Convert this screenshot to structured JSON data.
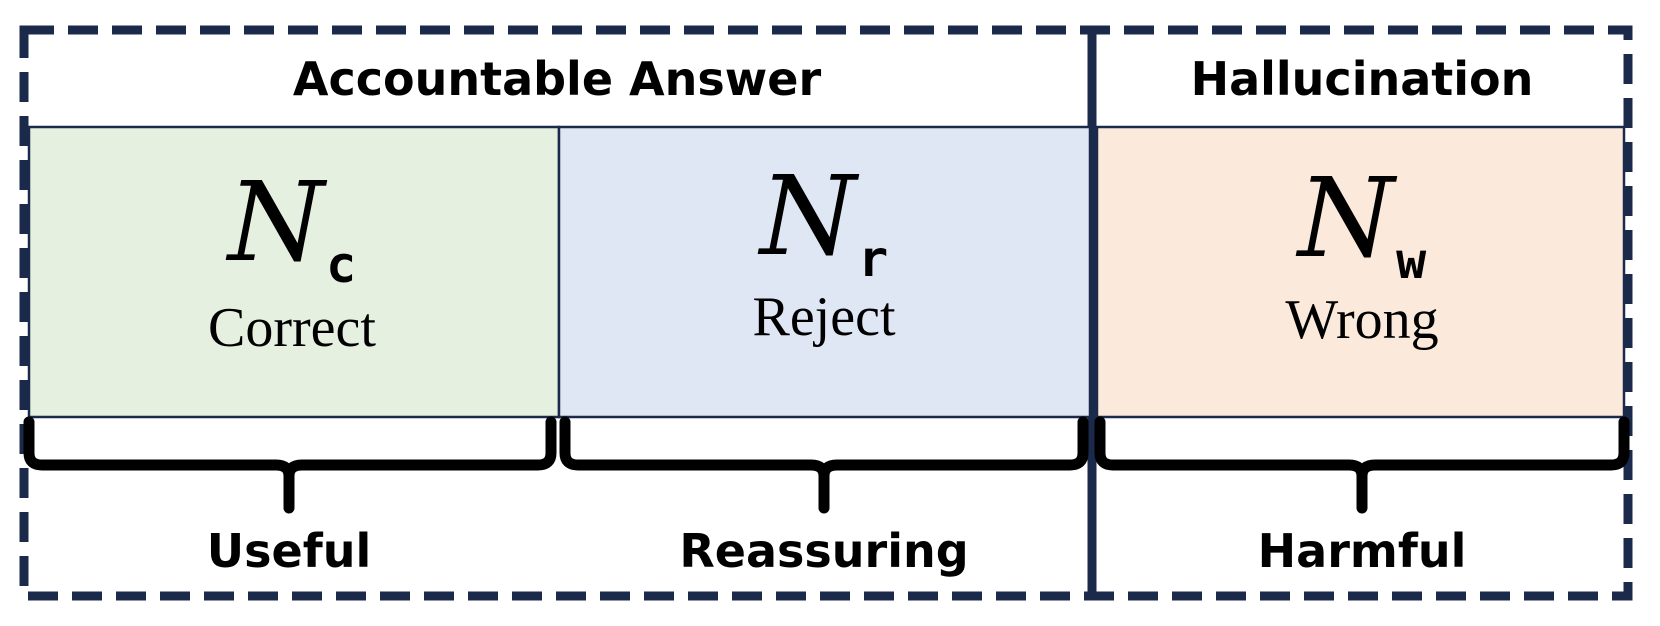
{
  "colors": {
    "frame": "#1b2a4a",
    "correct_fill": "#e5f0e0",
    "reject_fill": "#dfe6f4",
    "wrong_fill": "#fbe9dc"
  },
  "headers": {
    "accountable": "Accountable Answer",
    "hallucination": "Hallucination"
  },
  "cells": {
    "correct": {
      "symbol": "N",
      "subscript": "c",
      "label": "Correct"
    },
    "reject": {
      "symbol": "N",
      "subscript": "r",
      "label": "Reject"
    },
    "wrong": {
      "symbol": "N",
      "subscript": "w",
      "label": "Wrong"
    }
  },
  "footers": {
    "useful": "Useful",
    "reassuring": "Reassuring",
    "harmful": "Harmful"
  }
}
